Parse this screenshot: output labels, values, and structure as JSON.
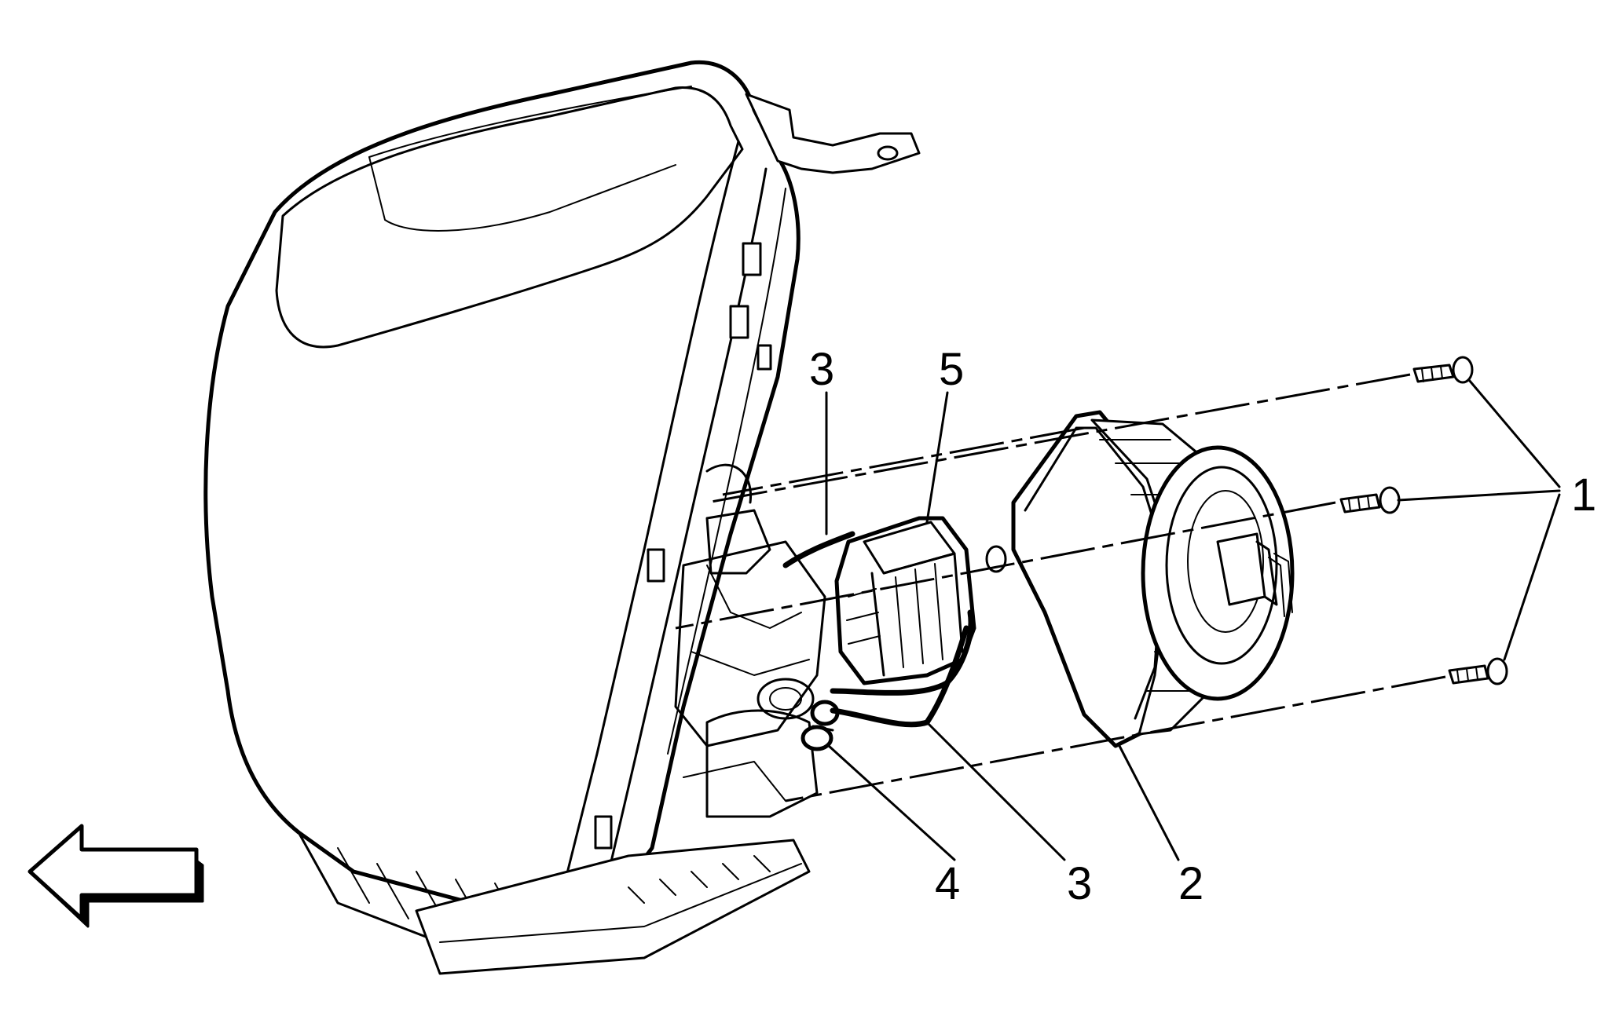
{
  "diagram": {
    "callouts": [
      {
        "id": "1",
        "text": "1"
      },
      {
        "id": "2",
        "text": "2"
      },
      {
        "id": "3a",
        "text": "3"
      },
      {
        "id": "3b",
        "text": "3"
      },
      {
        "id": "4",
        "text": "4"
      },
      {
        "id": "5",
        "text": "5"
      }
    ],
    "icons": {
      "direction_arrow": "left-arrow-icon"
    },
    "colors": {
      "line": "#000000",
      "background": "#ffffff"
    }
  }
}
